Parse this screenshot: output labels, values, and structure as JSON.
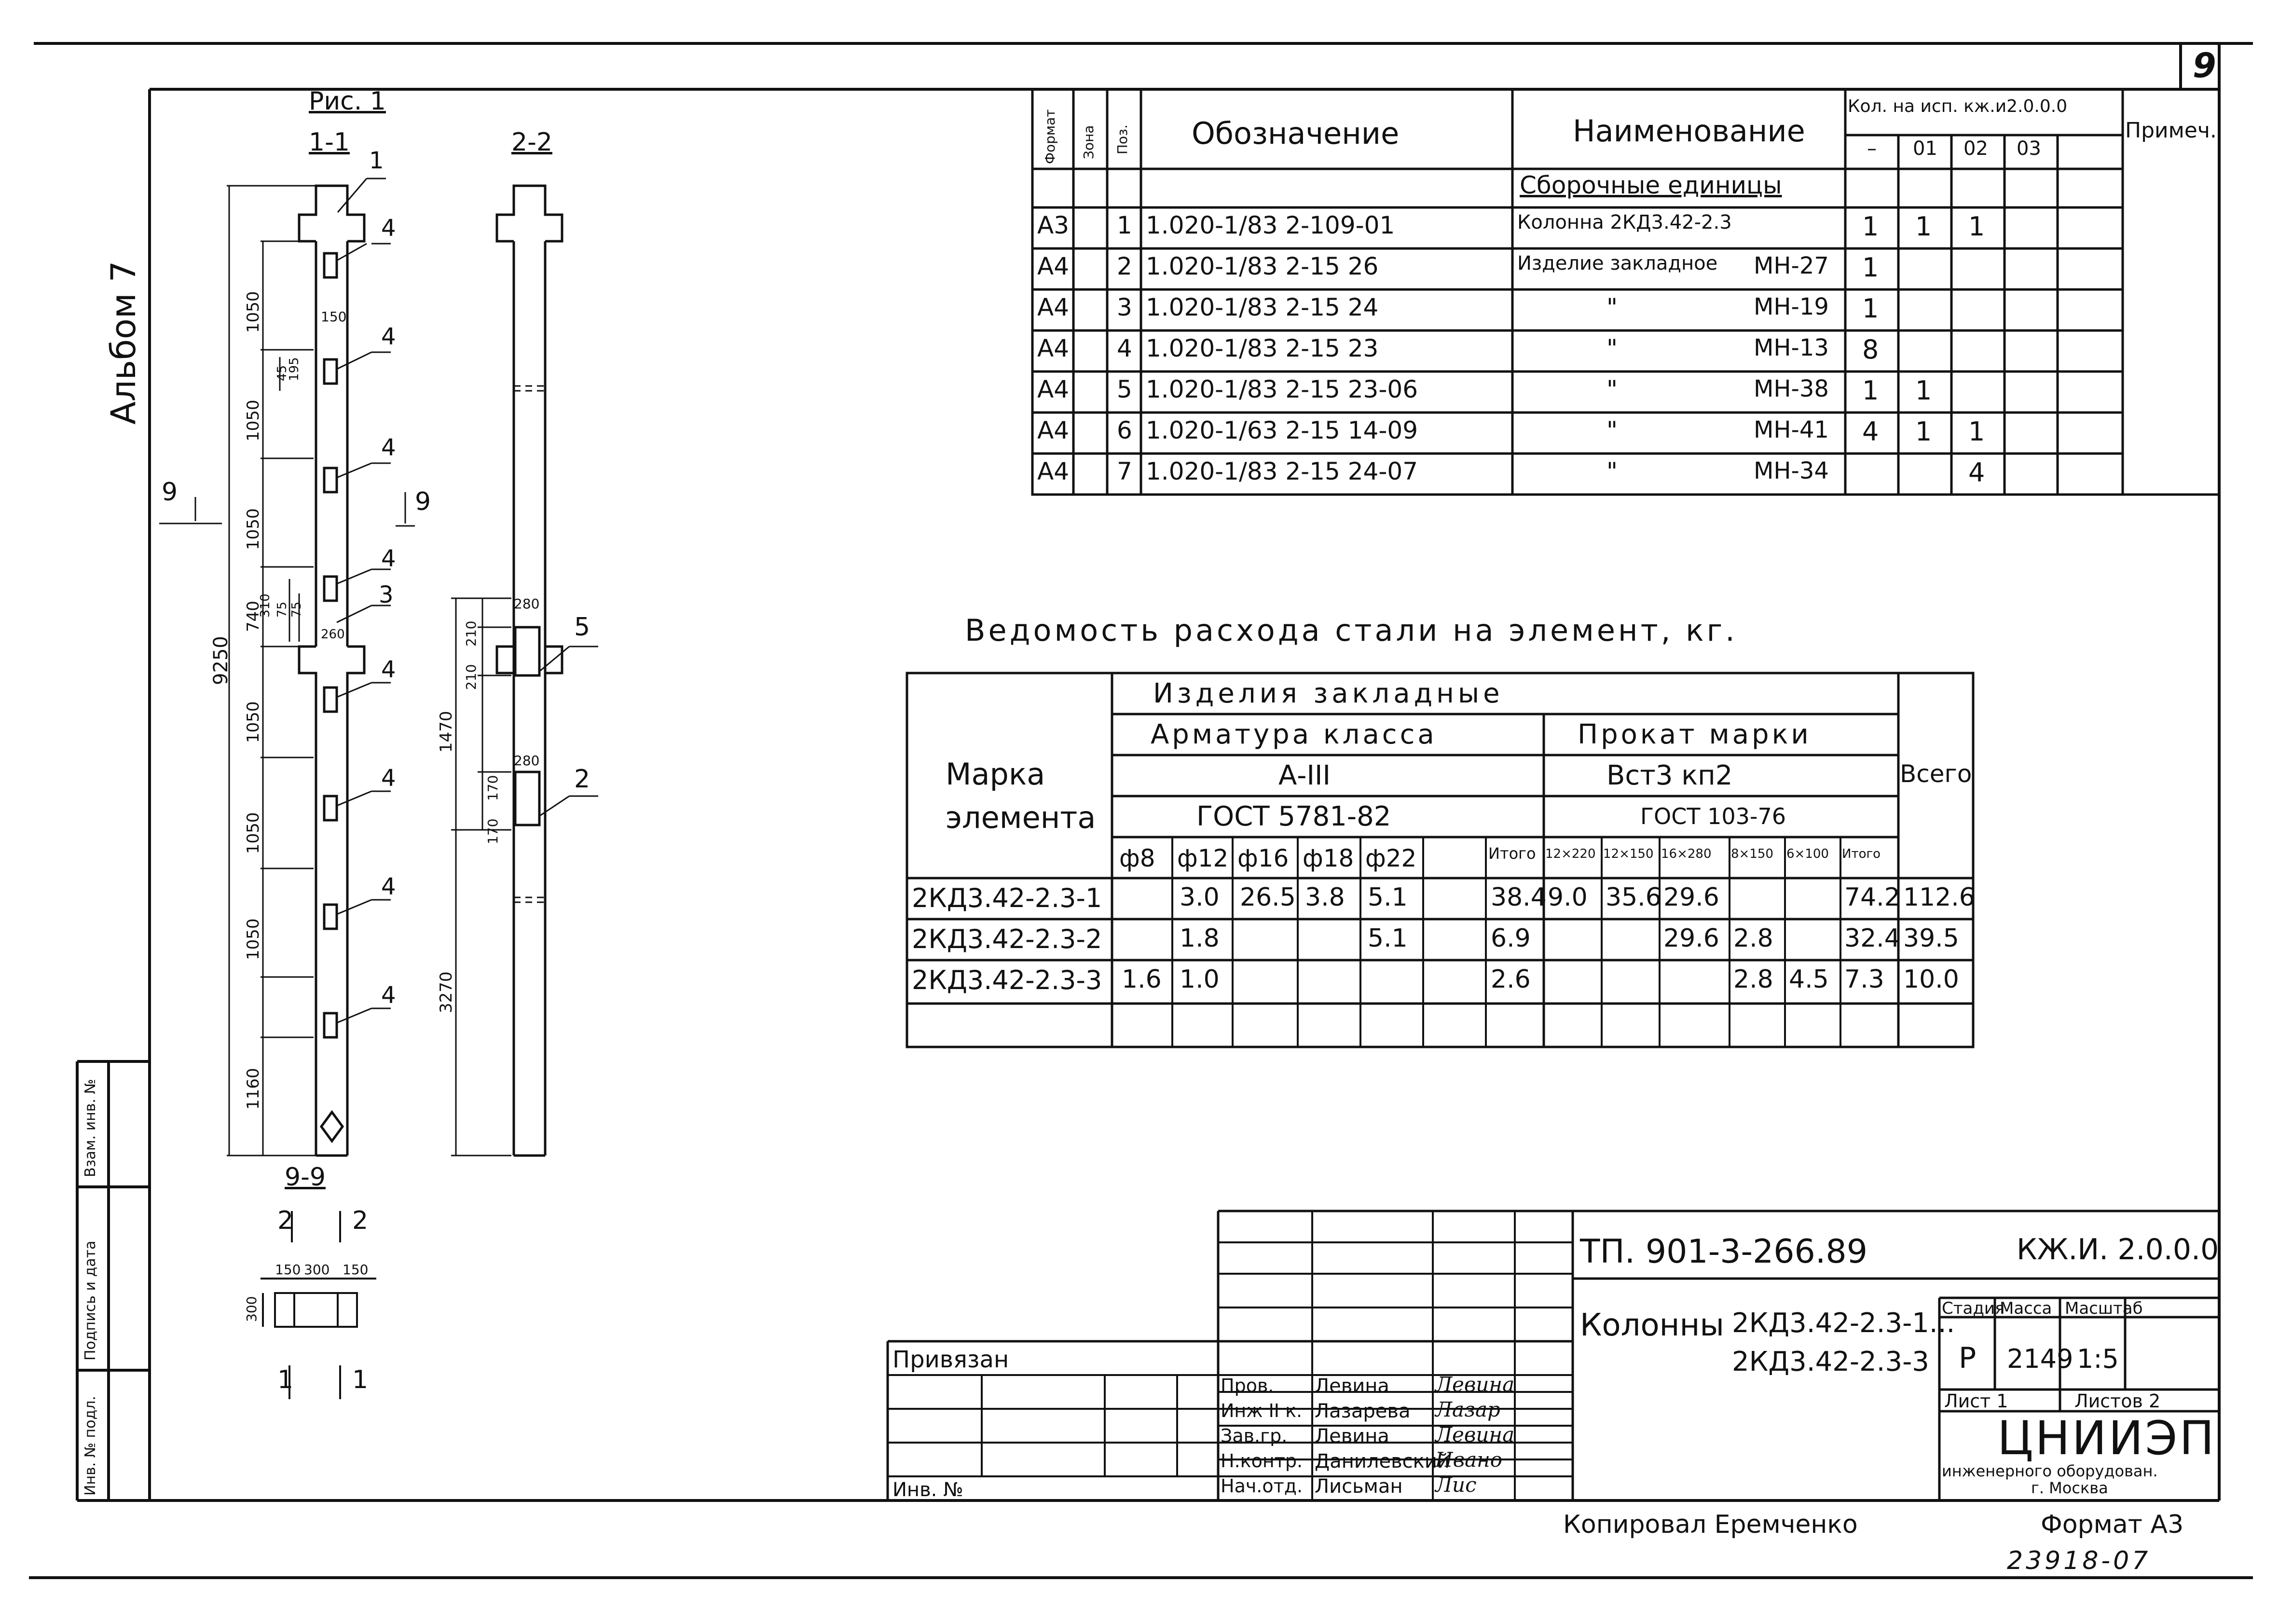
{
  "sheet_number": "9",
  "album_label": "Альбом 7",
  "left_margin_labels": [
    "Инв. № подл.",
    "Подпись и дата",
    "Взам. инв. №"
  ],
  "figure": {
    "title": "Рис. 1",
    "section_1_1": "1-1",
    "section_2_2": "2-2",
    "section_9_9": "9-9",
    "section_cut_9": "9",
    "section_cut_2": "2",
    "section_cut_1": "1",
    "dims_left": [
      "1050",
      "1050",
      "1050",
      "740",
      "1050",
      "1050",
      "1050",
      "1160"
    ],
    "dim_total": "9250",
    "dims_small": [
      "150",
      "45",
      "195",
      "75",
      "75",
      "310",
      "260"
    ],
    "dims_right": [
      "280",
      "210",
      "210",
      "280",
      "170",
      "170",
      "1470",
      "3270"
    ],
    "dims_9_9": [
      "150",
      "300",
      "150",
      "300"
    ],
    "callouts_1_1": [
      "1",
      "4",
      "4",
      "4",
      "4",
      "3",
      "4",
      "4",
      "4",
      "4"
    ],
    "callouts_2_2": [
      "5",
      "2"
    ]
  },
  "spec_table": {
    "headers": {
      "format": "Формат",
      "zone": "Зона",
      "pos": "Поз.",
      "designation": "Обозначение",
      "name": "Наименование",
      "qty": "Кол. на исп. кж.и2.0.0.0",
      "qty_cols": [
        "–",
        "01",
        "02",
        "03"
      ],
      "note": "Примеч."
    },
    "section_title": "Сборочные единицы",
    "rows": [
      {
        "format": "А3",
        "pos": "1",
        "designation": "1.020-1/83 2-109-01",
        "name": "Колонна 2КД3.42-2.3",
        "mark": "",
        "q": [
          "1",
          "1",
          "1",
          ""
        ]
      },
      {
        "format": "А4",
        "pos": "2",
        "designation": "1.020-1/83 2-15 26",
        "name": "Изделие закладное",
        "mark": "МН-27",
        "q": [
          "1",
          "",
          "",
          ""
        ]
      },
      {
        "format": "А4",
        "pos": "3",
        "designation": "1.020-1/83 2-15 24",
        "name": "\"",
        "mark": "МН-19",
        "q": [
          "1",
          "",
          "",
          ""
        ]
      },
      {
        "format": "А4",
        "pos": "4",
        "designation": "1.020-1/83 2-15 23",
        "name": "\"",
        "mark": "МН-13",
        "q": [
          "8",
          "",
          "",
          ""
        ]
      },
      {
        "format": "А4",
        "pos": "5",
        "designation": "1.020-1/83 2-15 23-06",
        "name": "\"",
        "mark": "МН-38",
        "q": [
          "1",
          "1",
          "",
          ""
        ]
      },
      {
        "format": "А4",
        "pos": "6",
        "designation": "1.020-1/63 2-15 14-09",
        "name": "\"",
        "mark": "МН-41",
        "q": [
          "4",
          "1",
          "1",
          ""
        ]
      },
      {
        "format": "А4",
        "pos": "7",
        "designation": "1.020-1/83 2-15 24-07",
        "name": "\"",
        "mark": "МН-34",
        "q": [
          "",
          "",
          "4",
          ""
        ]
      }
    ]
  },
  "steel_table": {
    "title": "Ведомость расхода стали на элемент, кг.",
    "h_mark": "Марка элемента",
    "h_group": "Изделия закладные",
    "h_rebar": "Арматура класса",
    "h_rebar_class": "А-III",
    "h_rebar_gost": "ГОСТ 5781-82",
    "h_profile": "Прокат марки",
    "h_profile_grade": "Вст3 кп2",
    "h_profile_gost": "ГОСТ 103-76",
    "h_total": "Всего",
    "rebar_cols": [
      "ф8",
      "ф12",
      "ф16",
      "ф18",
      "ф22",
      "",
      "Итого"
    ],
    "profile_cols": [
      "12×220",
      "12×150",
      "16×280",
      "8×150",
      "6×100",
      "Итого"
    ],
    "rows": [
      {
        "mark": "2КД3.42-2.3-1",
        "r": [
          "",
          "3.0",
          "26.5",
          "3.8",
          "5.1",
          "",
          "38.4"
        ],
        "p": [
          "9.0",
          "35.6",
          "29.6",
          "",
          "",
          "74.2"
        ],
        "total": "112.6"
      },
      {
        "mark": "2КД3.42-2.3-2",
        "r": [
          "",
          "1.8",
          "",
          "",
          "5.1",
          "",
          "6.9"
        ],
        "p": [
          "",
          "",
          "29.6",
          "2.8",
          "",
          "32.4"
        ],
        "total": "39.5"
      },
      {
        "mark": "2КД3.42-2.3-3",
        "r": [
          "1.6",
          "1.0",
          "",
          "",
          "",
          "",
          "2.6"
        ],
        "p": [
          "",
          "",
          "",
          "2.8",
          "4.5",
          "7.3"
        ],
        "total": "10.0"
      }
    ]
  },
  "title_block": {
    "code": "ТП. 901-3-266.89",
    "doc": "КЖ.И. 2.0.0.0",
    "name_label": "Колонны",
    "name_line1": "2КД3.42-2.3-1...",
    "name_line2": "2КД3.42-2.3-3",
    "stage_h": "Стадия",
    "mass_h": "Масса",
    "scale_h": "Масштаб",
    "stage": "Р",
    "mass": "2149",
    "scale": "1:5",
    "sheet": "Лист 1",
    "sheets": "Листов 2",
    "org": "ЦНИИЭП",
    "org_line2": "инженерного оборудован.",
    "org_line3": "г. Москва",
    "bound": "Привязан",
    "inv": "Инв. №",
    "roles": [
      {
        "role": "Пров.",
        "name": "Левина"
      },
      {
        "role": "Инж II к.",
        "name": "Лазарева"
      },
      {
        "role": "Зав.гр.",
        "name": "Левина"
      },
      {
        "role": "Н.контр.",
        "name": "Данилевский"
      },
      {
        "role": "Нач.отд.",
        "name": "Лисьман"
      }
    ],
    "signatures": [
      "Левина",
      "Лазар",
      "Левина",
      "Ивано",
      "Лис"
    ],
    "copied": "Копировал Еремченко",
    "format": "Формат А3",
    "bottom_number": "23918-07"
  }
}
